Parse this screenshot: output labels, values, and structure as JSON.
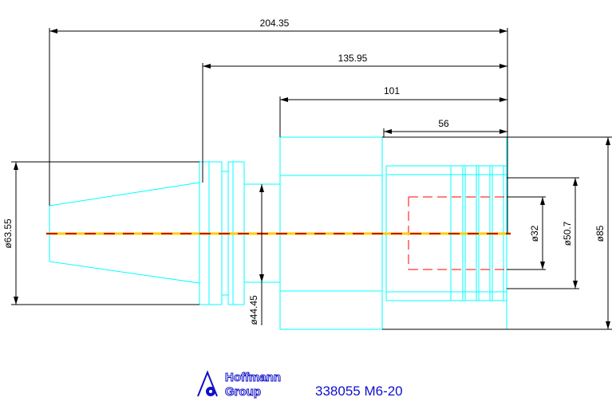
{
  "dimensions": {
    "total_length": "204.35",
    "taper_end_to_face": "135.95",
    "body_length": "101",
    "bore_depth": "56",
    "taper_diameter": "ø63.55",
    "neck_diameter": "ø44.45",
    "thread_diameter": "ø32",
    "groove_diameter": "ø50.7",
    "body_diameter": "ø85"
  },
  "title_block": {
    "company_line1": "Hoffmann",
    "company_line2": "Group",
    "part_number": "338055 M6-20"
  },
  "colors": {
    "outline": "#00ffff",
    "dimension": "#000000",
    "hidden": "#ff0000",
    "centerline_red": "#cc0000",
    "centerline_yellow": "#ffcc00",
    "logo": "#1010c8"
  }
}
